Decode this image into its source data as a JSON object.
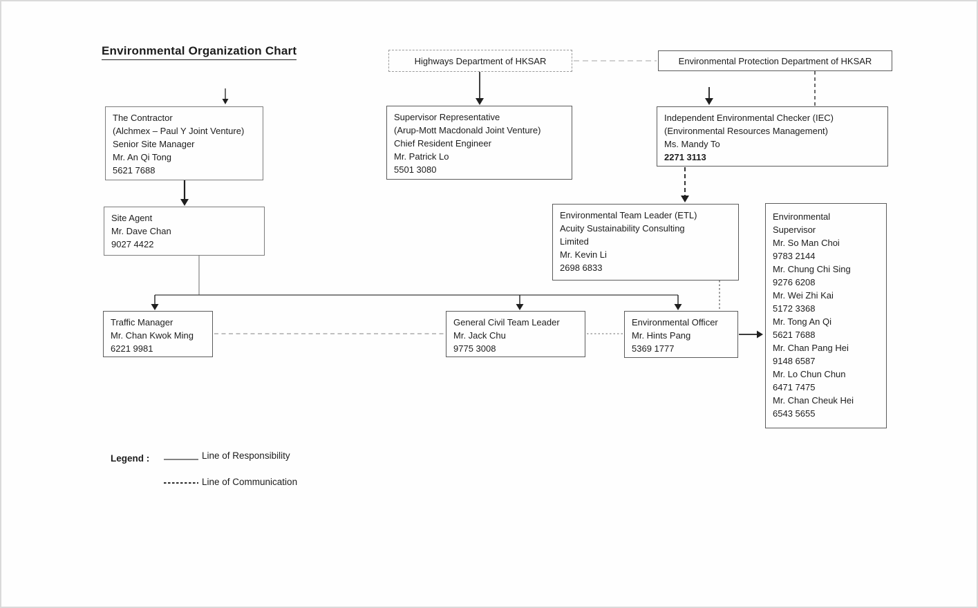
{
  "title": "Environmental Organization Chart",
  "nodes": {
    "highways": {
      "lines": [
        "Highways Department of HKSAR"
      ]
    },
    "epd": {
      "lines": [
        "Environmental Protection Department of HKSAR"
      ]
    },
    "contractor": {
      "lines": [
        "The Contractor",
        "(Alchmex – Paul Y Joint Venture)",
        "Senior Site Manager",
        "Mr. An Qi Tong",
        "5621 7688"
      ]
    },
    "supervisor_rep": {
      "lines": [
        "Supervisor Representative",
        "(Arup-Mott Macdonald Joint Venture)",
        "Chief Resident Engineer",
        "Mr. Patrick Lo",
        "5501 3080"
      ]
    },
    "iec": {
      "lines": [
        "Independent Environmental Checker (IEC)",
        "(Environmental Resources Management)",
        "Ms. Mandy To",
        "2271 3113"
      ],
      "bold_line_index": 3
    },
    "site_agent": {
      "lines": [
        "Site Agent",
        "Mr. Dave Chan",
        "9027 4422"
      ]
    },
    "etl": {
      "lines": [
        "Environmental Team Leader (ETL)",
        "Acuity Sustainability Consulting",
        "Limited",
        "Mr. Kevin Li",
        "2698 6833"
      ]
    },
    "env_supervisor": {
      "lines": [
        "Environmental",
        "Supervisor",
        "Mr. So Man Choi",
        "9783 2144",
        "Mr. Chung Chi Sing",
        "9276 6208",
        "Mr. Wei Zhi Kai",
        "5172 3368",
        "Mr. Tong An Qi",
        "5621 7688",
        "Mr. Chan Pang Hei",
        "9148 6587",
        "Mr. Lo Chun Chun",
        "6471 7475",
        "Mr. Chan Cheuk Hei",
        "6543 5655"
      ]
    },
    "traffic_manager": {
      "lines": [
        "Traffic Manager",
        "Mr. Chan Kwok Ming",
        "6221 9981"
      ]
    },
    "civil_leader": {
      "lines": [
        "General Civil Team Leader",
        "Mr. Jack Chu",
        "9775 3008"
      ]
    },
    "env_officer": {
      "lines": [
        "Environmental Officer",
        "Mr. Hints Pang",
        "5369 1777"
      ]
    }
  },
  "legend": {
    "label": "Legend :",
    "items": [
      {
        "style": "solid",
        "label": "Line of Responsibility"
      },
      {
        "style": "dashed",
        "label": "Line of Communication"
      }
    ]
  },
  "colors": {
    "ink": "#1c1c1c",
    "box_border": "#5a5a5a",
    "communication_gray": "#9a9a9a"
  }
}
